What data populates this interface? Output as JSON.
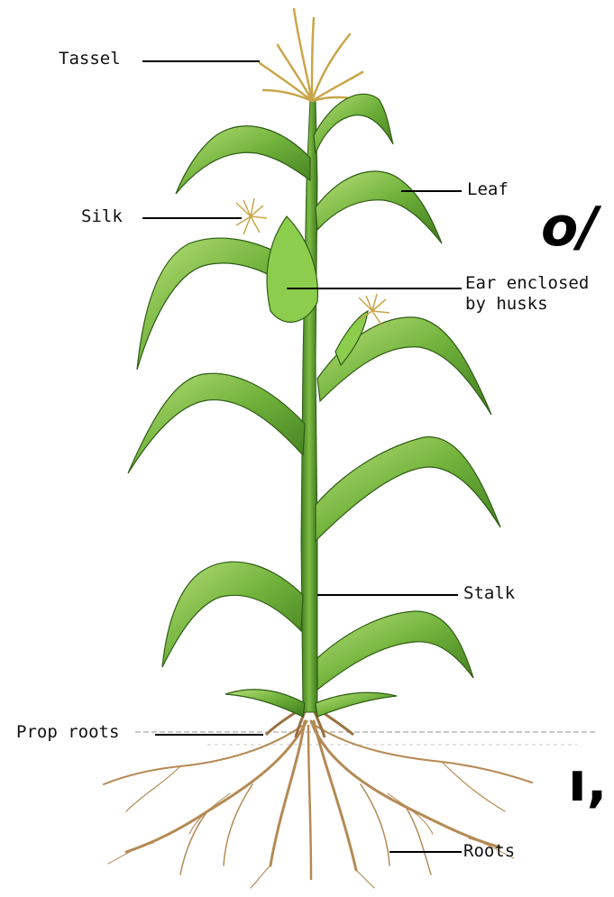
{
  "labels": {
    "tassel": "Tassel",
    "silk": "Silk",
    "leaf": "Leaf",
    "ear_line1": "Ear enclosed",
    "ear_line2": "by husks",
    "stalk": "Stalk",
    "prop_roots": "Prop roots",
    "roots": "Roots"
  },
  "cropped_text": {
    "top_fragment": "o/",
    "bottom_fragment": "ı,"
  },
  "colors": {
    "background": "#ffffff",
    "leaf_dark": "#3f7a1e",
    "leaf_mid": "#6fb13a",
    "leaf_light": "#b9e07a",
    "tassel": "#c9a64a",
    "root": "#b58a55",
    "soil": "#c9c9c9",
    "leader": "#000000"
  }
}
